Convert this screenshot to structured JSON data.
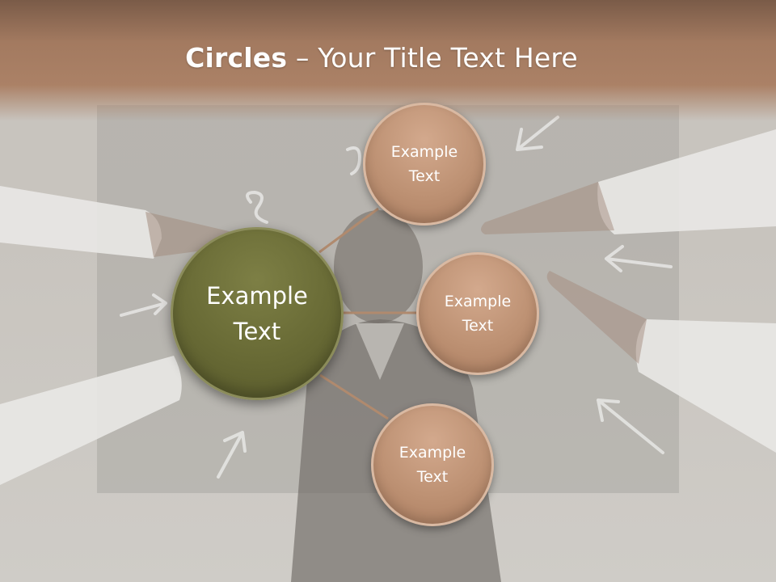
{
  "title": {
    "bold": "Circles",
    "rest": " – Your Title Text Here"
  },
  "center_node": {
    "line1": "Example",
    "line2": "Text"
  },
  "nodes": [
    {
      "line1": "Example",
      "line2": "Text"
    },
    {
      "line1": "Example",
      "line2": "Text"
    },
    {
      "line1": "Example",
      "line2": "Text"
    }
  ],
  "colors": {
    "title_band": "#a37a60",
    "center_fill": "#686a35",
    "node_fill": "#bd9173",
    "connector": "#b08a6e"
  }
}
